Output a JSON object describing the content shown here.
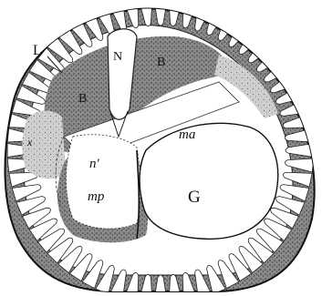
{
  "figure": {
    "labels": {
      "L": "L",
      "N": "N",
      "B_top": "B",
      "B_left": "B",
      "x": "x",
      "n_prime": "n'",
      "ma": "ma",
      "mp": "mp",
      "G": "G"
    }
  },
  "colors": {
    "ink": "#111111",
    "stipple": "#555555",
    "paper": "#ffffff"
  }
}
